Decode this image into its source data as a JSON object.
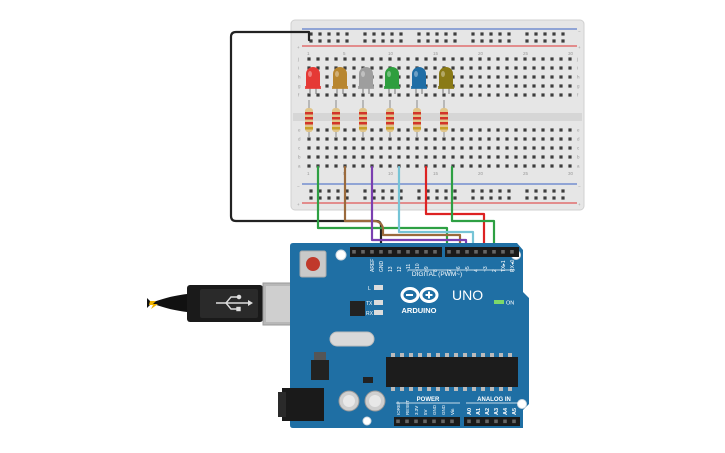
{
  "colors": {
    "board_blue": "#1f6fa4",
    "breadboard": "#e6e6e6",
    "rail_red": "#d33",
    "rail_blue": "#3a62c4"
  },
  "breadboard": {
    "row_letters_top": [
      "j",
      "i",
      "h",
      "g",
      "f"
    ],
    "row_letters_bottom": [
      "e",
      "d",
      "c",
      "b",
      "a"
    ],
    "column_numbers": [
      "1",
      "5",
      "10",
      "15",
      "20",
      "25",
      "30"
    ],
    "rail_plus": "+",
    "rail_minus": "−"
  },
  "leds": [
    {
      "name": "red-led",
      "color": "#e53935"
    },
    {
      "name": "orange-led",
      "color": "#b8862f"
    },
    {
      "name": "white-led",
      "color": "#9e9e9e"
    },
    {
      "name": "green-led",
      "color": "#2e9e3e"
    },
    {
      "name": "blue-led",
      "color": "#1f6ea6"
    },
    {
      "name": "yellow-led",
      "color": "#8a7a16"
    }
  ],
  "arduino": {
    "brand": "ARDUINO",
    "model": "UNO",
    "on_label": "ON",
    "digital_label": "DIGITAL (PWM~)",
    "power_label": "POWER",
    "analog_label": "ANALOG IN",
    "led_l": "L",
    "led_tx": "TX",
    "led_rx": "RX",
    "top_pins": [
      "AREF",
      "GND",
      "13",
      "12",
      "~11",
      "~10",
      "~9",
      "8",
      "7",
      "~6",
      "~5",
      "4",
      "~3",
      "2",
      "TX▸1",
      "RX◂0"
    ],
    "power_pins": [
      "IOREF",
      "RESET",
      "3.3V",
      "5V",
      "GND",
      "GND",
      "Vin"
    ],
    "analog_pins": [
      "A0",
      "A1",
      "A2",
      "A3",
      "A4",
      "A5"
    ]
  }
}
